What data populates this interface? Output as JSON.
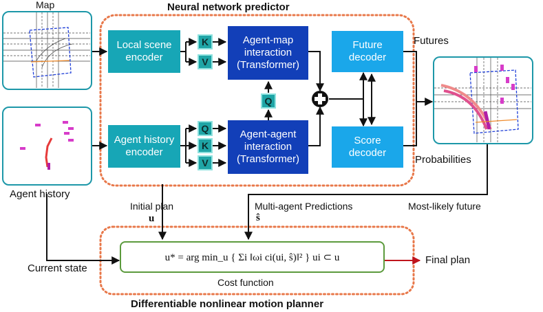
{
  "titles": {
    "predictor": "Neural network predictor",
    "planner": "Differentiable nonlinear motion planner"
  },
  "inputs": {
    "map": "Map",
    "agent_history": "Agent history"
  },
  "blocks": {
    "local_scene_encoder": "Local scene encoder",
    "agent_history_encoder": "Agent history encoder",
    "agent_map_interaction": "Agent-map interaction (Transformer)",
    "agent_agent_interaction": "Agent-agent interaction (Transformer)",
    "future_decoder": "Future decoder",
    "score_decoder": "Score decoder"
  },
  "tokens": {
    "K": "K",
    "V": "V",
    "Q": "Q"
  },
  "flow_labels": {
    "futures": "Futures",
    "probabilities": "Probabilities",
    "initial_plan": "Initial plan",
    "initial_plan_symbol": "u",
    "multi_agent_predictions": "Multi-agent Predictions",
    "predictions_symbol": "ŝ",
    "most_likely_future": "Most-likely future",
    "current_state": "Current state",
    "final_plan": "Final plan"
  },
  "cost": {
    "formula": "u* = arg min_u { Σi ‖ωi ci(ui, ŝ)‖² }   ui ⊂ u",
    "label": "Cost function"
  },
  "colors": {
    "teal": "#17a6b6",
    "navy": "#123fb8",
    "sky": "#1aa7ea",
    "dotted_border": "#e8784a",
    "formula_border": "#5b9a3c",
    "final_arrow": "#c0141c"
  }
}
